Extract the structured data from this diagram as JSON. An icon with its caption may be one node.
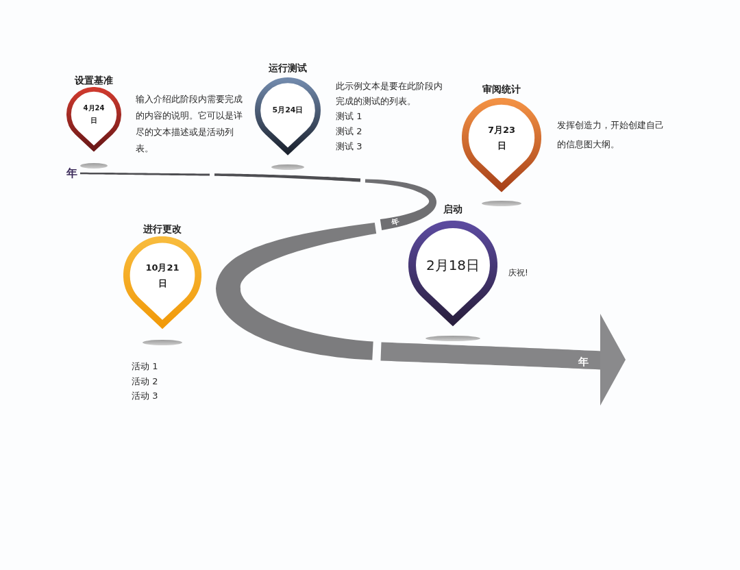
{
  "diagram": {
    "nodes": [
      {
        "text": [
          "设置基准",
          "4月24日"
        ],
        "beside": [
          "输入介绍此阶段内需要完成的内容的说明。它可以是详尽的文本描述或是活动列表。"
        ]
      },
      {
        "text": [
          "运行测试",
          "5月24日"
        ],
        "beside": [
          "此示例文本是要在此阶段内完成的测试的列表。",
          "测试 1",
          "测试 2",
          "测试 3"
        ]
      },
      {
        "text": [
          "审阅统计",
          "7月23日"
        ],
        "beside": [
          "发挥创造力，开始创建自己的信息图大纲。"
        ]
      },
      {
        "text": [
          "进行更改",
          "10月21日"
        ],
        "beside": [
          "活动 1",
          "活动 2",
          "活动 3"
        ]
      },
      {
        "text": [
          "启动",
          "2月18日"
        ],
        "beside": [
          "庆祝!"
        ]
      }
    ],
    "labels": [
      "年",
      "年",
      "年"
    ]
  }
}
